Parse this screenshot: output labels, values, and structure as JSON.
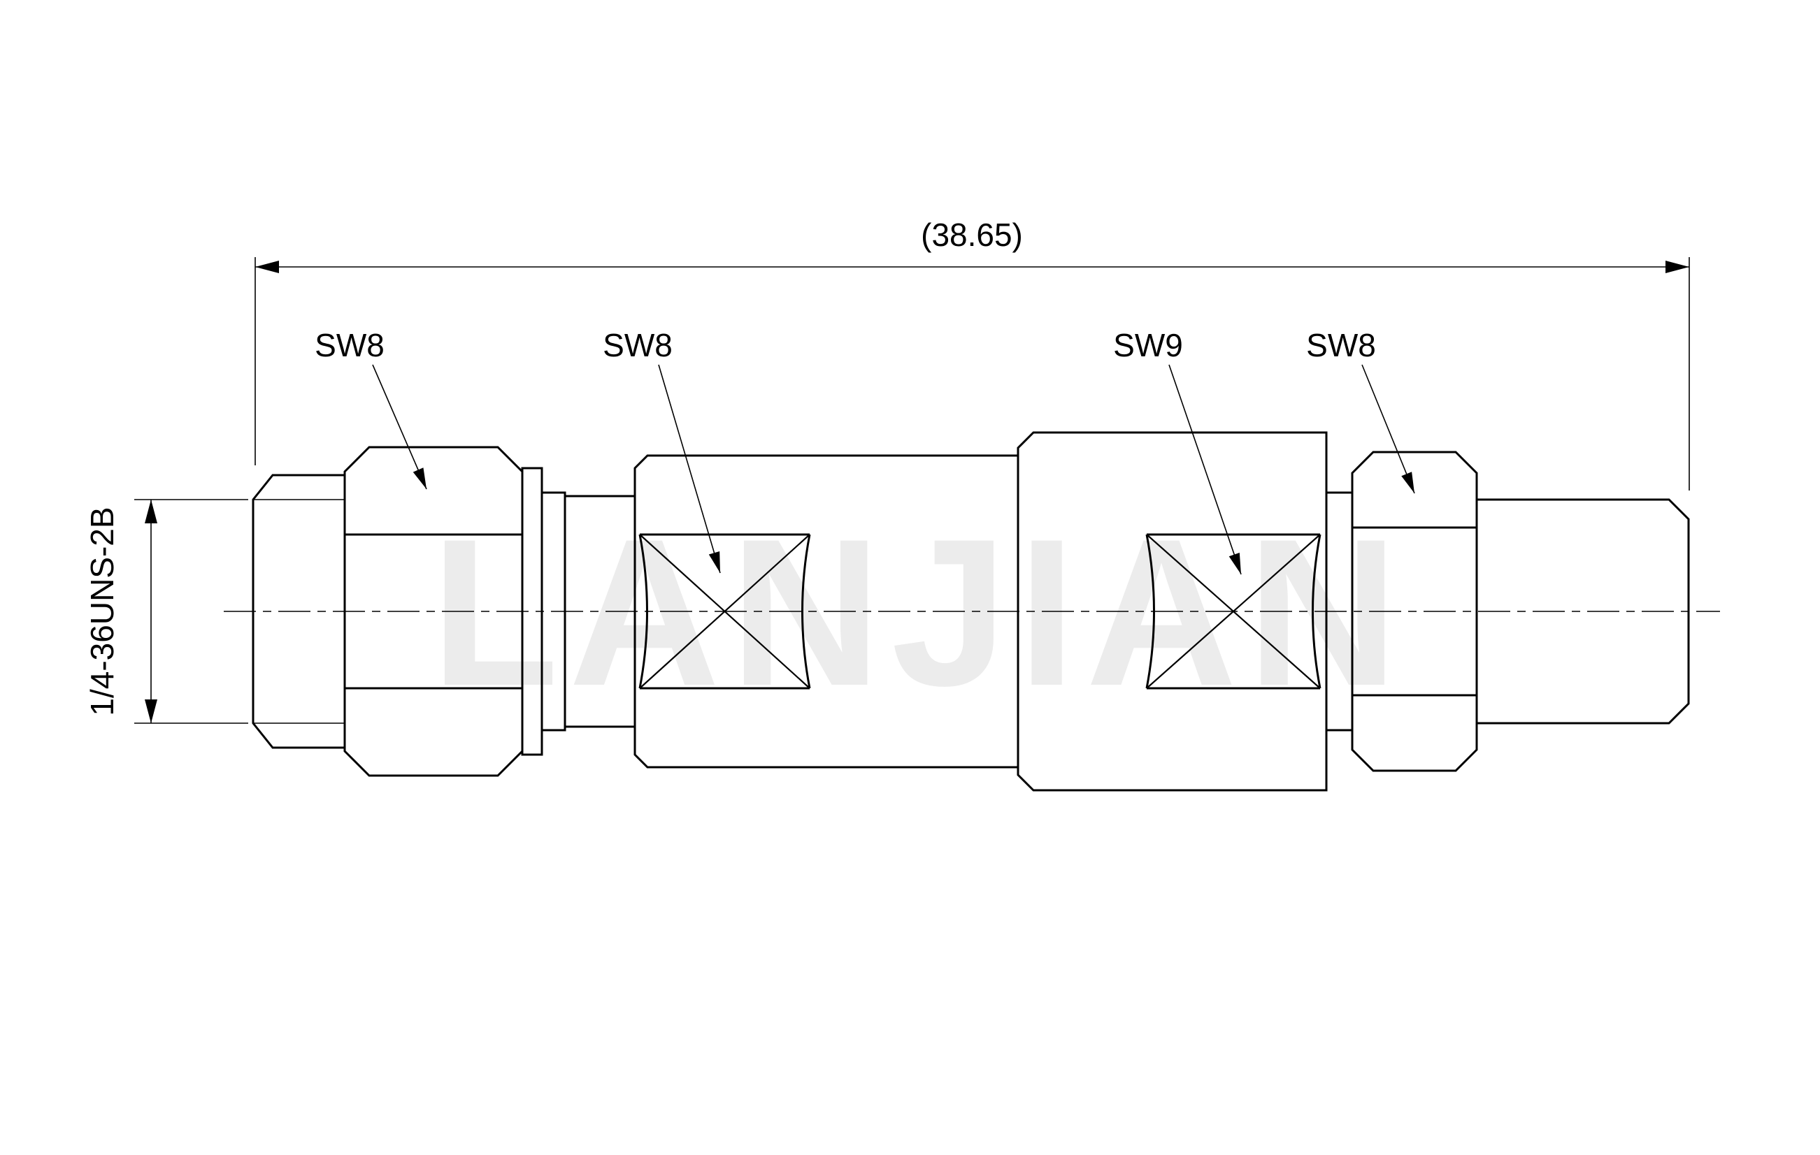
{
  "drawing": {
    "overall_dimension": "(38.65)",
    "thread_spec": "1/4-36UNS-2B",
    "wrench_labels": {
      "left_hex": "SW8",
      "mid_flats": "SW8",
      "right_flats": "SW9",
      "right_hex": "SW8"
    },
    "watermark": "LANJIAN",
    "colors": {
      "line": "#000000",
      "background": "#ffffff",
      "watermark": "#ececec"
    }
  }
}
